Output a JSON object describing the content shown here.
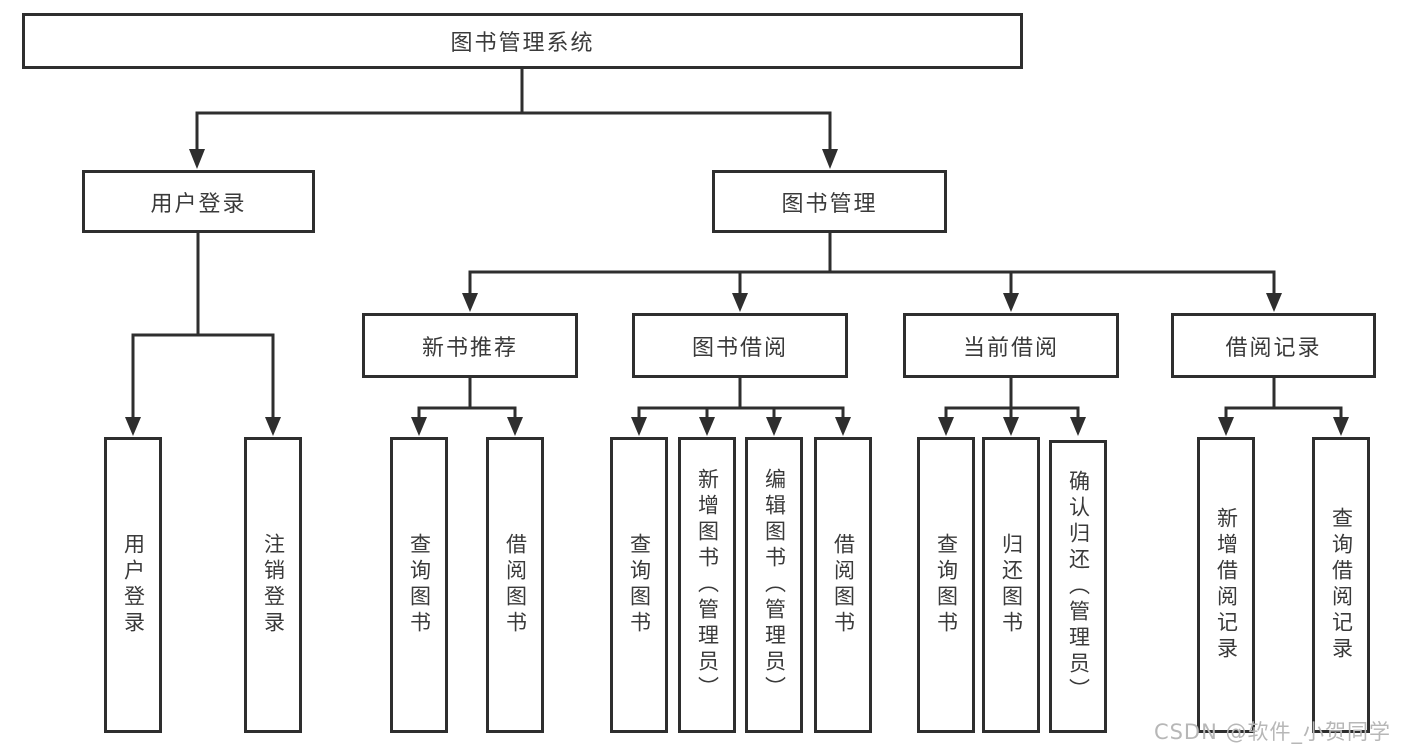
{
  "diagram": {
    "tree": {
      "root": {
        "label": "图书管理系统"
      },
      "level2": [
        {
          "label": "用户登录",
          "children": [
            "用户登录",
            "注销登录"
          ]
        },
        {
          "label": "图书管理"
        }
      ],
      "level3": [
        {
          "label": "新书推荐",
          "children": [
            "查询图书",
            "借阅图书"
          ]
        },
        {
          "label": "图书借阅",
          "children": [
            "查询图书",
            "新增图书（管理员）",
            "编辑图书（管理员）",
            "借阅图书"
          ]
        },
        {
          "label": "当前借阅",
          "children": [
            "查询图书",
            "归还图书",
            "确认归还（管理员）"
          ]
        },
        {
          "label": "借阅记录",
          "children": [
            "新增借阅记录",
            "查询借阅记录"
          ]
        }
      ]
    },
    "watermark": "CSDN @软件_小贺同学",
    "colors": {
      "line": "#2e2e2e",
      "text": "#3a3a3a",
      "watermark": "#b7b7b7",
      "background": "#ffffff"
    }
  }
}
